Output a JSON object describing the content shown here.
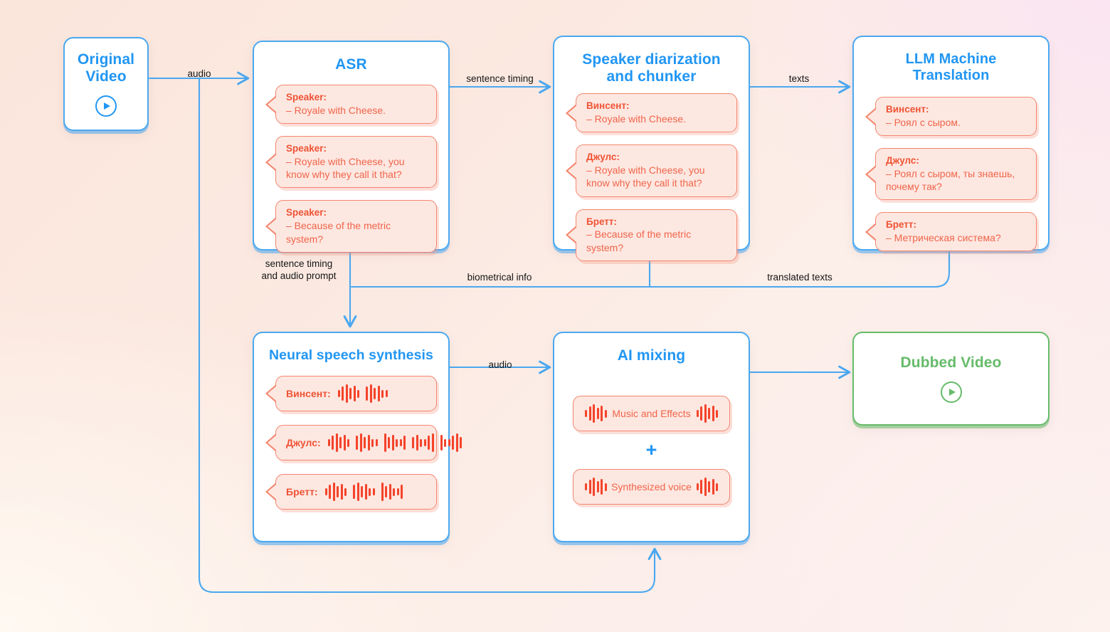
{
  "theme": {
    "accent_blue": "#2196f3",
    "wire_blue": "#4aa8f0",
    "green": "#66bb6a",
    "bubble_border": "#f3866e",
    "bubble_fill": "#fde7e1",
    "bubble_text": "#f0654a",
    "wave_red": "#f4432a"
  },
  "nodes": {
    "original_video": {
      "title": "Original\nVideo",
      "icon": "play-circle-icon"
    },
    "asr": {
      "title": "ASR",
      "bubbles": [
        {
          "speaker": "Speaker:",
          "text": "– Royale with Cheese."
        },
        {
          "speaker": "Speaker:",
          "text": "– Royale with Cheese, you\nknow why they call it that?"
        },
        {
          "speaker": "Speaker:",
          "text": "– Because of the metric system?"
        }
      ]
    },
    "diarization": {
      "title": "Speaker diarization\nand chunker",
      "bubbles": [
        {
          "speaker": "Винсент:",
          "text": "– Royale with Cheese."
        },
        {
          "speaker": "Джулс:",
          "text": "– Royale with Cheese, you\nknow why they call it that?"
        },
        {
          "speaker": "Бретт:",
          "text": "– Because of the metric system?"
        }
      ]
    },
    "translation": {
      "title": "LLM Machine Translation",
      "bubbles": [
        {
          "speaker": "Винсент:",
          "text": "– Роял с сыром."
        },
        {
          "speaker": "Джулс:",
          "text": "– Роял с сыром, ты знаешь,\nпочему так?"
        },
        {
          "speaker": "Бретт:",
          "text": "– Метрическая система?"
        }
      ]
    },
    "synthesis": {
      "title": "Neural speech synthesis",
      "bubbles": [
        {
          "speaker": "Винсент:",
          "waveforms": 2
        },
        {
          "speaker": "Джулс:",
          "waveforms": 5
        },
        {
          "speaker": "Бретт:",
          "waveforms": 3
        }
      ]
    },
    "mixing": {
      "title": "AI mixing",
      "plus": "+",
      "pills": [
        {
          "label": "Music and Effects",
          "icon_left": "waveform-icon",
          "icon_right": "waveform-icon"
        },
        {
          "label": "Synthesized voice",
          "icon_left": "waveform-icon",
          "icon_right": "waveform-icon"
        }
      ]
    },
    "dubbed_video": {
      "title": "Dubbed Video",
      "icon": "play-circle-icon"
    }
  },
  "edges": {
    "audio_to_asr": "audio",
    "sentence_timing": "sentence timing",
    "texts": "texts",
    "biometrical_info": "biometrical info",
    "translated_texts": "translated texts",
    "sentence_timing_prompt": "sentence timing\nand audio prompt",
    "audio_to_mixing": "audio"
  }
}
